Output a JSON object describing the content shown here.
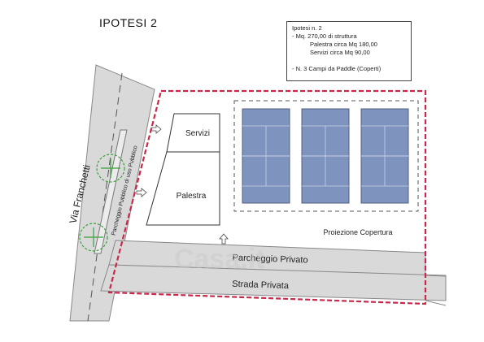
{
  "title": "IPOTESI 2",
  "info": {
    "l1": "Ipotesi n. 2",
    "l2": "- Mq. 270,00 di struttura",
    "l3": "Palestra circa Mq 180,00",
    "l4": "Servizi circa   Mq   90,00",
    "l5": "- N. 3 Campi da Paddle (Coperti)"
  },
  "labels": {
    "servizi": "Servizi",
    "palestra": "Palestra",
    "proiezione": "Proiezione Copertura",
    "parcheggio_privato": "Parcheggio Privato",
    "strada_privata": "Strada Privata",
    "via": "Via Franchetti",
    "parcheggio_pubblico": "Parcheggio Pubblico di uso Pubblico"
  },
  "watermark": "Casa.it",
  "colors": {
    "court": "#7e93bd",
    "court_border": "#4f5f7f",
    "road": "#d9d9d9",
    "boundary": "#c8294b",
    "tree": "#3aa03a"
  }
}
